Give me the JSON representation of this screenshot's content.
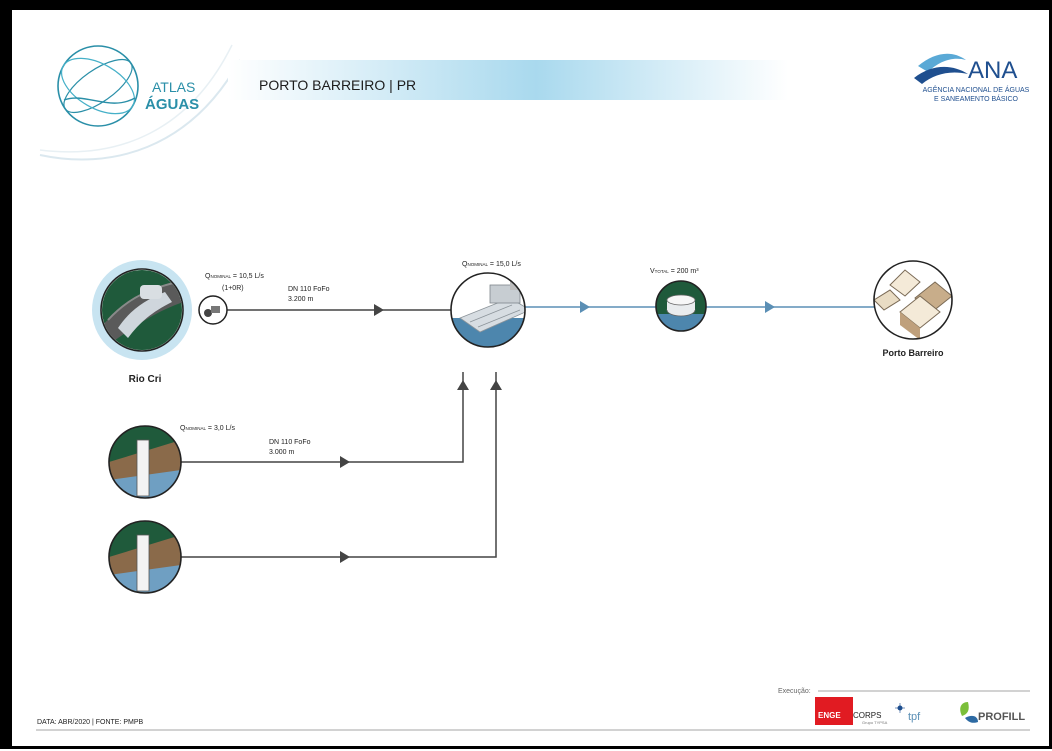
{
  "header": {
    "title": "PORTO BARREIRO  | PR",
    "atlas_logo": {
      "line1": "ATLAS",
      "line2": "ÁGUAS"
    },
    "ana_logo": {
      "name": "ANA",
      "sub1": "AGÊNCIA NACIONAL DE ÁGUAS",
      "sub2": "E SANEAMENTO BÁSICO"
    }
  },
  "diagram": {
    "rio": {
      "label": "Rio Cri",
      "q_prefix": "Q",
      "q_sub": "NOMINAL",
      "q_value": " = 10,5 L/s",
      "q_extra": "(1+0R)",
      "pipe": "DN 110 FoFo",
      "length": "3.200 m"
    },
    "well1": {
      "q_prefix": "Q",
      "q_sub": "NOMINAL",
      "q_value": " = 3,0 L/s",
      "pipe": "DN 110 FoFo",
      "length": "3.000 m"
    },
    "treatment": {
      "q_prefix": "Q",
      "q_sub": "NOMINAL",
      "q_value": " = 15,0  L/s"
    },
    "reservoir": {
      "v_prefix": "V",
      "v_sub": "TOTAL",
      "v_value": " = 200 m³"
    },
    "city": {
      "label": "Porto Barreiro"
    }
  },
  "footer": {
    "data_fonte": "DATA: ABR/2020 | FONTE: PMPB",
    "execucao": "Execução:",
    "logos": {
      "engecorps_a": "ENGE",
      "engecorps_b": "CORPS",
      "engecorps_sub": "Grupo TYPSA",
      "tpf": "tpf",
      "profill": "PROFILL"
    }
  },
  "colors": {
    "water": "#5b8fb5",
    "forest": "#1f5a3b",
    "pipe_gray": "#444444",
    "title_bar": "#a9d9ee"
  }
}
